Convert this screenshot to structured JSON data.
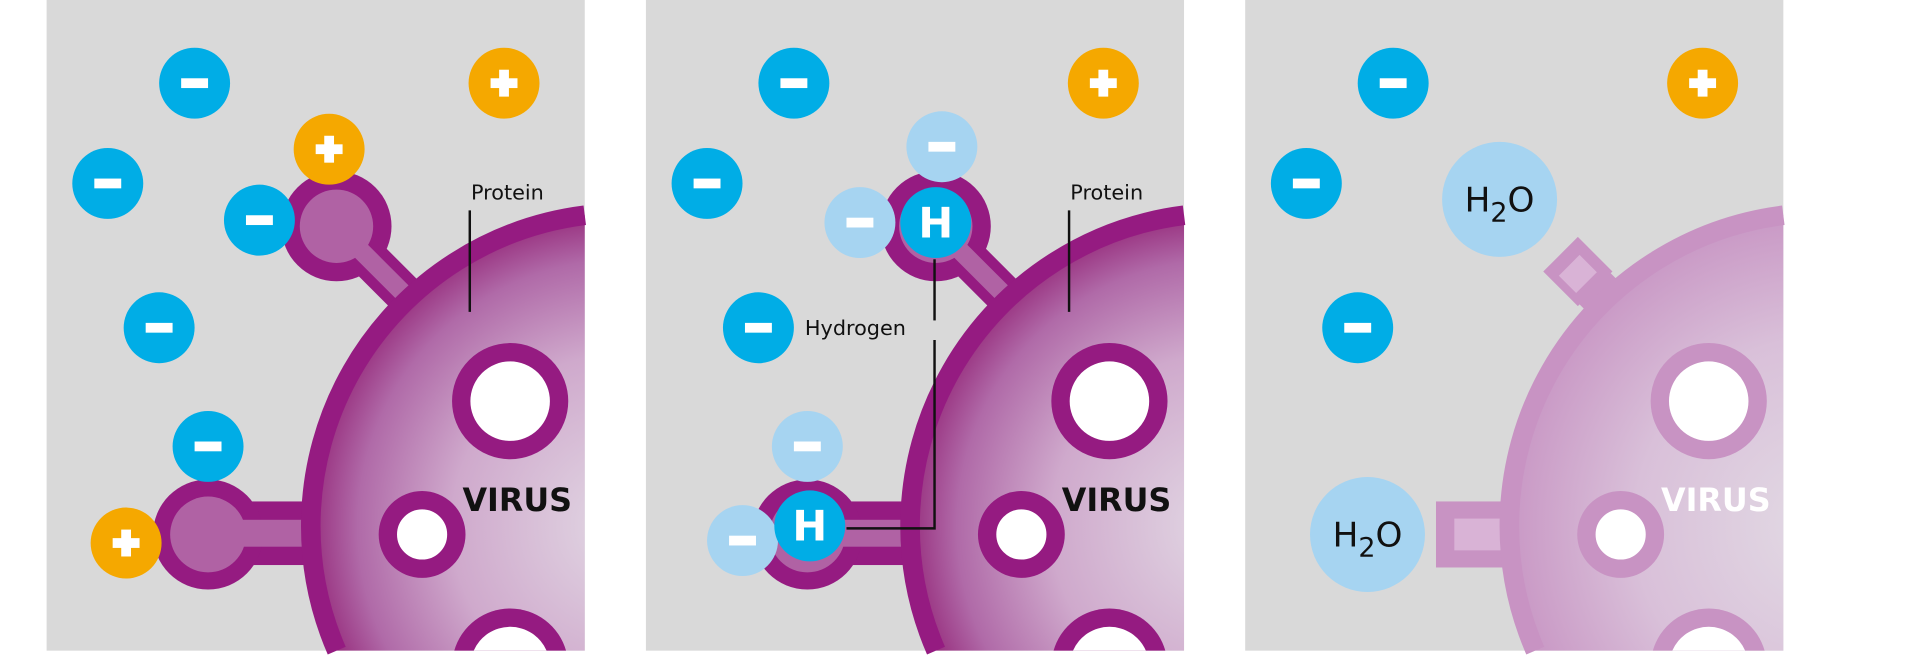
{
  "colors": {
    "panel_bg": "#d9d9d9",
    "negative_ion": "#00ade6",
    "positive_ion": "#f5a800",
    "weak_ion": "#a6d4f1",
    "virus_border": "#951b81",
    "protein_knob": "#b062a4",
    "virus_faded_border": "#c893c3",
    "label": "#111111"
  },
  "panels": [
    {
      "protein_label": "Protein",
      "virus_label": "VIRUS"
    },
    {
      "protein_label": "Protein",
      "virus_label": "VIRUS",
      "hydrogen_label": "Hydrogen",
      "hydrogen_symbol": "H"
    },
    {
      "virus_label": "VIRUS",
      "water_h": "H",
      "water_sub": "2",
      "water_o": "O"
    }
  ]
}
